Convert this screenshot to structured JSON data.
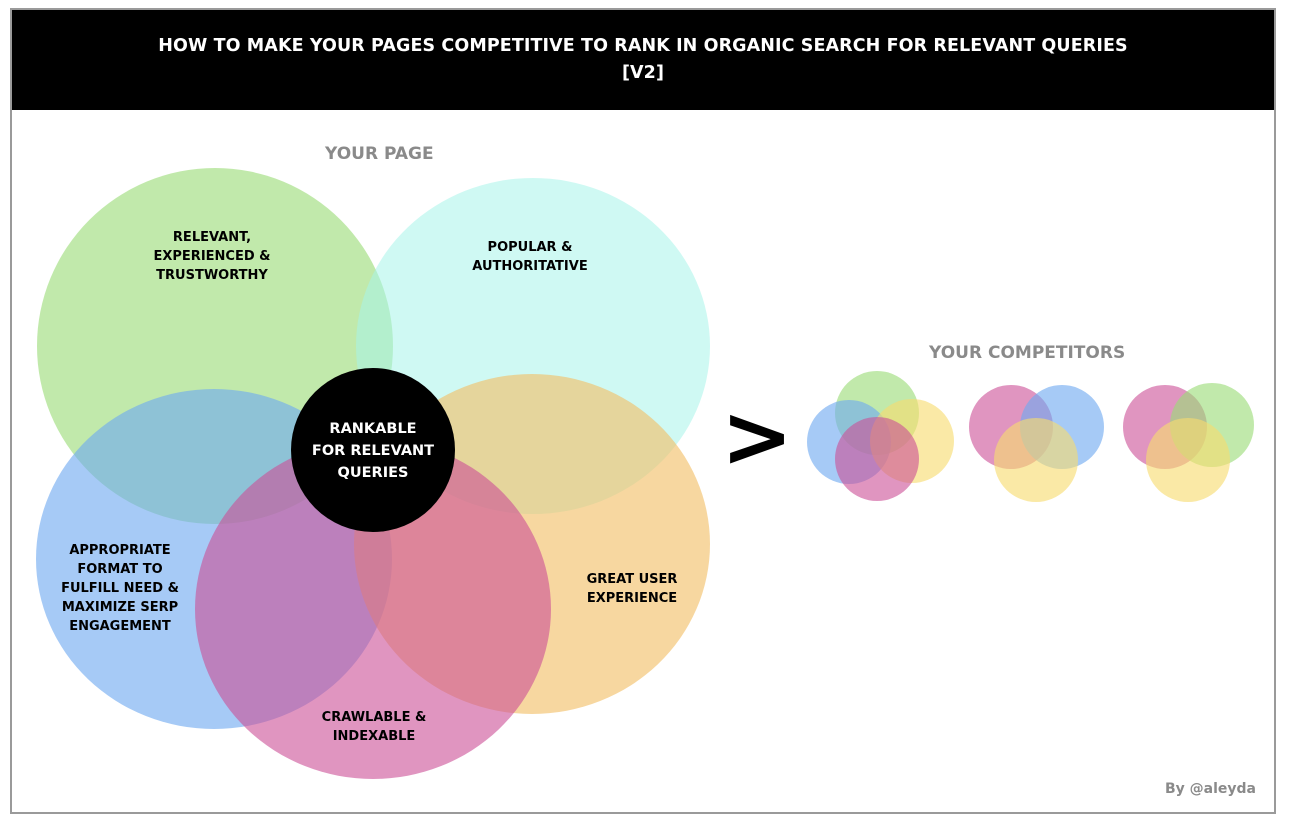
{
  "header": {
    "title_line1": "HOW TO MAKE YOUR PAGES COMPETITIVE TO RANK IN ORGANIC SEARCH FOR RELEVANT QUERIES",
    "title_line2": "[V2]"
  },
  "your_page": {
    "label": "YOUR PAGE",
    "circles": [
      {
        "name": "relevant",
        "color": "#9bdc78",
        "lines": [
          "RELEVANT,",
          "EXPERIENCED &",
          "TRUSTWORTHY"
        ]
      },
      {
        "name": "popular",
        "color": "#a8f4ea",
        "lines": [
          "POPULAR &",
          "AUTHORITATIVE"
        ]
      },
      {
        "name": "format",
        "color": "#6faaf0",
        "lines": [
          "APPROPRIATE",
          "FORMAT TO",
          "FULFILL NEED &",
          "MAXIMIZE SERP",
          "ENGAGEMENT"
        ]
      },
      {
        "name": "ux",
        "color": "#f2be66",
        "lines": [
          "GREAT USER",
          "EXPERIENCE"
        ]
      },
      {
        "name": "crawlable",
        "color": "#cc4f96",
        "lines": [
          "CRAWLABLE &",
          "INDEXABLE"
        ]
      }
    ],
    "center": {
      "lines": [
        "RANKABLE",
        "FOR RELEVANT",
        "QUERIES"
      ],
      "color": "#000000"
    }
  },
  "comparison_symbol": ">",
  "competitors": {
    "label": "YOUR COMPETITORS"
  },
  "credit": "By @aleyda"
}
